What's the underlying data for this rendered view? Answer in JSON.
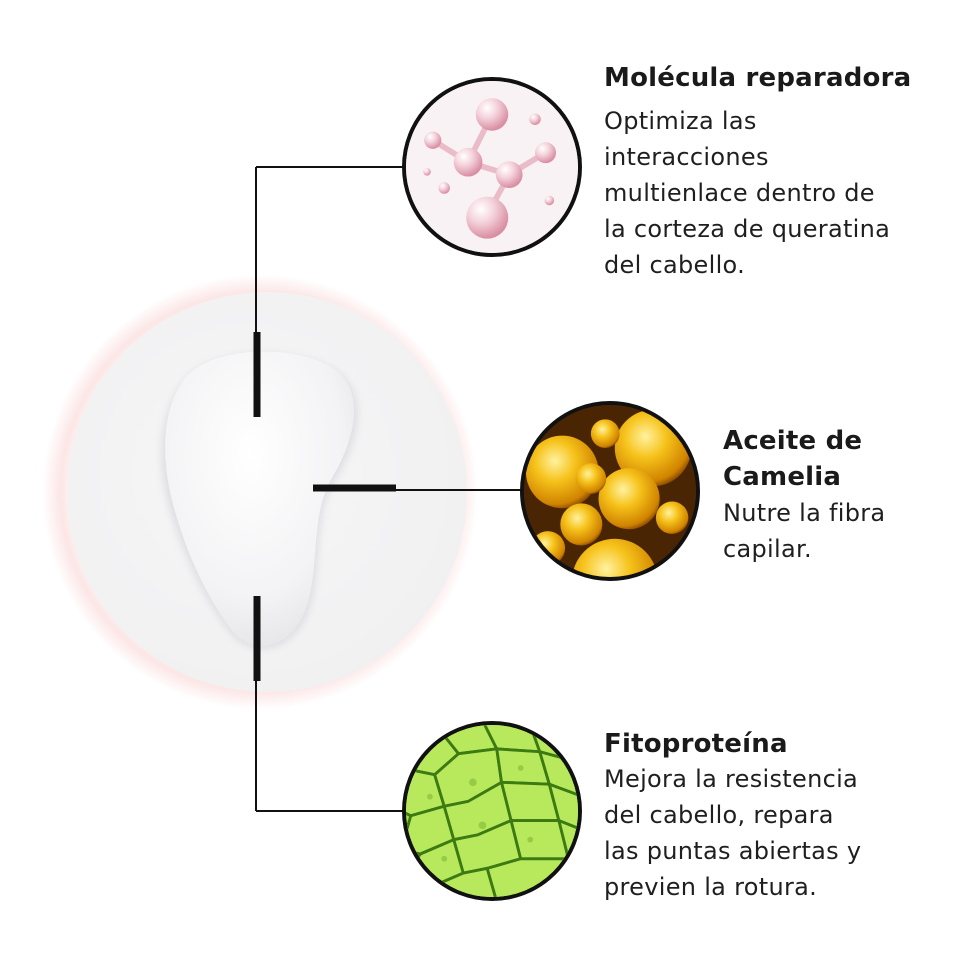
{
  "ingredients": [
    {
      "title": "Molécula reparadora",
      "description": "Optimiza las\ninteracciones\nmultienlace dentro de\nla corteza de queratina\ndel cabello.",
      "icon": "molecule-icon",
      "color": "#f3c9d4"
    },
    {
      "title": "Aceite de\nCamelia",
      "description": "Nutre la fibra\ncapilar.",
      "icon": "oil-bubbles-icon",
      "color": "#f2a900"
    },
    {
      "title": "Fitoproteína",
      "description": "Mejora la resistencia\ndel cabello, repara\nlas puntas abiertas y\nprevien la rotura.",
      "icon": "plant-cells-icon",
      "color": "#8cc63f"
    }
  ],
  "colors": {
    "line": "#111111",
    "halo": "#f5aaaa",
    "cream": "#f7f7f8"
  }
}
